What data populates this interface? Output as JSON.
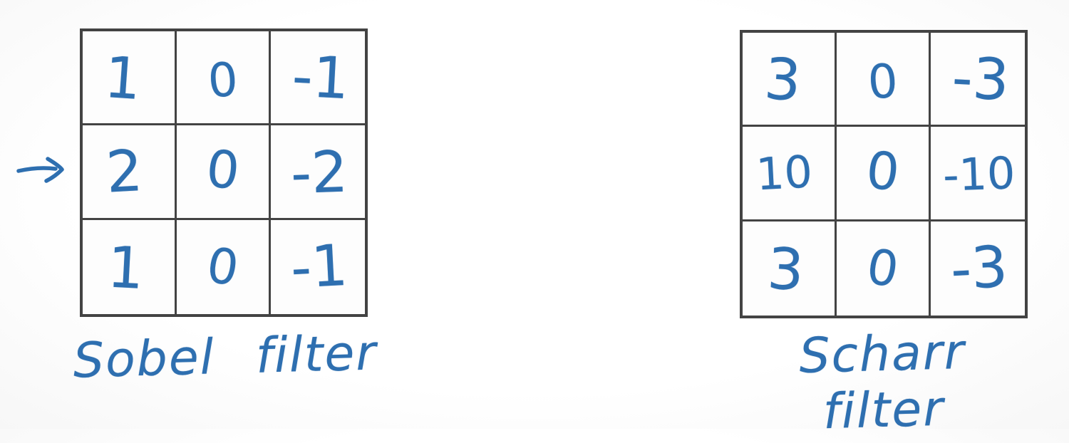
{
  "scene": {
    "description": "Hand-drawn whiteboard comparison of two 3x3 edge-detection convolution kernels",
    "background_color": "#fcfcfc",
    "ink_color": "#2e6fb0",
    "grid_line_color": "#434343"
  },
  "filters": [
    {
      "id": "sobel",
      "label": "Sobel filter",
      "rows": [
        [
          "1",
          "0",
          "-1"
        ],
        [
          "2",
          "0",
          "-2"
        ],
        [
          "1",
          "0",
          "-1"
        ]
      ]
    },
    {
      "id": "scharr",
      "label": "Scharr filter",
      "rows": [
        [
          "3",
          "0",
          "-3"
        ],
        [
          "10",
          "0",
          "-10"
        ],
        [
          "3",
          "0",
          "-3"
        ]
      ]
    }
  ],
  "annotations": {
    "row_arrow_icon": "right-arrow"
  }
}
